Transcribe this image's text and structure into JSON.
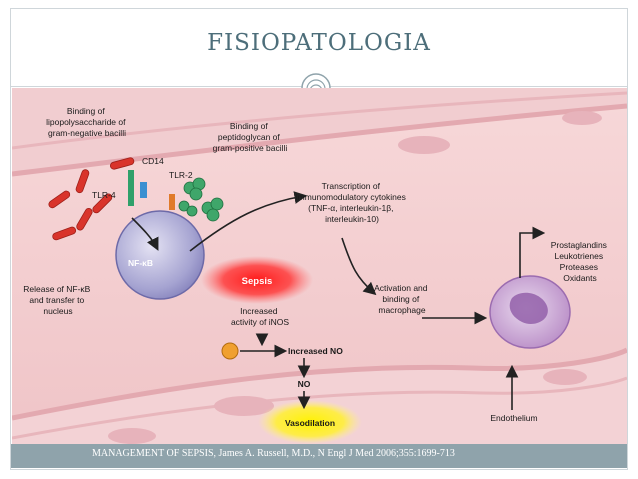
{
  "slide": {
    "title": "FISIOPATOLOGIA",
    "caption": "MANAGEMENT OF SEPSIS, James A. Russell, M.D., N Engl J Med 2006;355:1699-713"
  },
  "diagram": {
    "labels": {
      "lps_binding": [
        "Binding of",
        "lipopolysaccharide of",
        "gram-negative bacilli"
      ],
      "peptidoglycan_binding": [
        "Binding of",
        "peptidoglycan of",
        "gram-positive bacilli"
      ],
      "cd14": "CD14",
      "tlr2": "TLR-2",
      "tlr4": "TLR-4",
      "nfkb": "NF-κB",
      "release_nfkb": [
        "Release of NF-κB",
        "and transfer to",
        "nucleus"
      ],
      "transcription": [
        "Transcription of",
        "immunomodulatory cytokines",
        "(TNF-α, interleukin-1β,",
        "interleukin-10)"
      ],
      "sepsis": "Sepsis",
      "inos": [
        "Increased",
        "activity of iNOS"
      ],
      "increased_no": "Increased NO",
      "no": "NO",
      "vasodilation": "Vasodilation",
      "activation": [
        "Activation and",
        "binding of",
        "macrophage"
      ],
      "mediators": [
        "Prostaglandins",
        "Leukotrienes",
        "Proteases",
        "Oxidants"
      ],
      "endothelium": "Endothelium"
    }
  }
}
